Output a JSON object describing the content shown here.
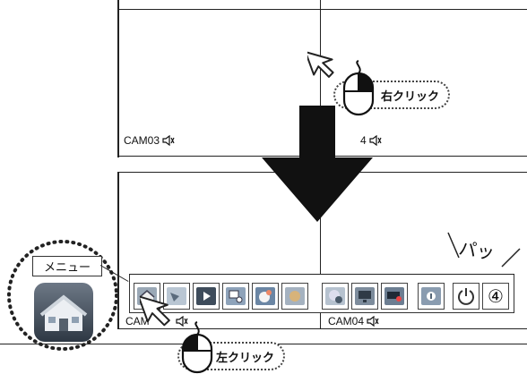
{
  "cameras": {
    "top_left": "CAM03",
    "top_right_partial": "4",
    "bottom_left": "CAM",
    "bottom_right": "CAM04"
  },
  "callouts": {
    "right_click": "右クリック",
    "left_click": "左クリック",
    "menu": "メニュー",
    "pa": "パッ"
  },
  "toolbar": {
    "items": [
      {
        "icon": "home-icon",
        "color": "#7a8a9a"
      },
      {
        "icon": "search-icon",
        "color": "#8aa0b8"
      },
      {
        "icon": "play-icon",
        "color": "#4a5a6a"
      },
      {
        "icon": "display-icon",
        "color": "#7a8fa8"
      },
      {
        "icon": "ptz-icon",
        "color": "#5e7896"
      },
      {
        "icon": "color-icon",
        "color": "#8d9aab"
      },
      {
        "icon": "record-icon",
        "color": "#a2b0bf"
      },
      {
        "icon": "monitor-icon",
        "color": "#6b7a8c"
      },
      {
        "icon": "network-icon",
        "color": "#5a6c80"
      },
      {
        "icon": "info-icon",
        "color": "#7c8ea2"
      },
      {
        "icon": "power-icon",
        "color": "#ffffff"
      },
      {
        "icon": "quad-view-icon",
        "color": "#ffffff",
        "label": "④"
      }
    ]
  },
  "colors": {
    "line": "#222222",
    "arrow": "#111111"
  }
}
